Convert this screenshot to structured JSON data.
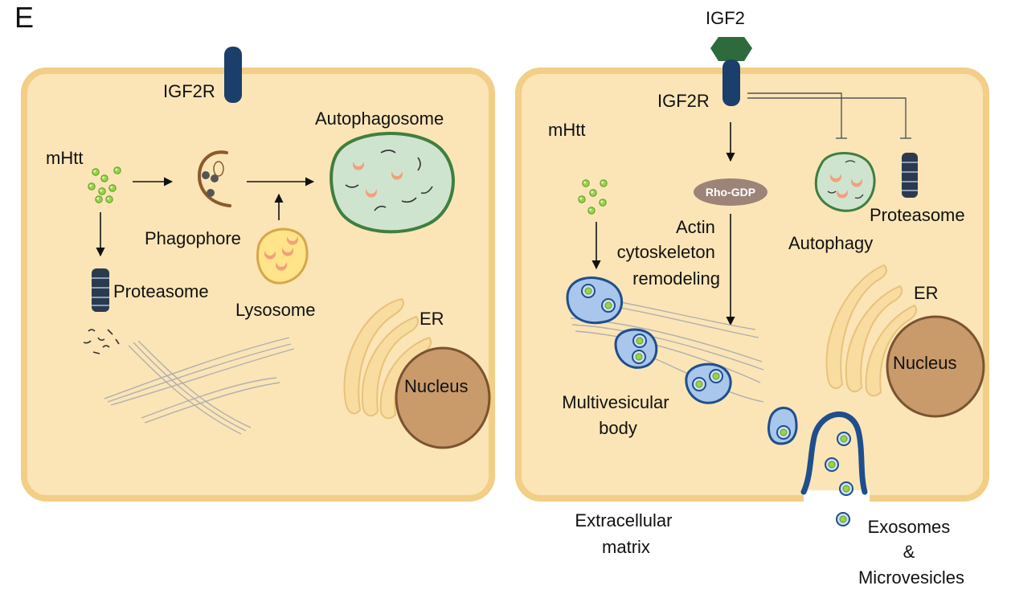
{
  "panel_letter": "E",
  "left_cell": {
    "receptor": "IGF2R",
    "mhtt": "mHtt",
    "phagophore": "Phagophore",
    "autophagosome": "Autophagosome",
    "lysosome": "Lysosome",
    "proteasome": "Proteasome",
    "er": "ER",
    "nucleus": "Nucleus"
  },
  "right_cell": {
    "ligand": "IGF2",
    "receptor": "IGF2R",
    "mhtt": "mHtt",
    "rho": "Rho-GDP",
    "actin_lines": [
      "Actin",
      "cytoskeleton",
      "remodeling"
    ],
    "autophagy": "Autophagy",
    "proteasome": "Proteasome",
    "er": "ER",
    "nucleus": "Nucleus",
    "mvb_lines": [
      "Multivesicular",
      "body"
    ],
    "ecm_lines": [
      "Extracellular",
      "matrix"
    ],
    "exo_lines": [
      "Exosomes",
      "&",
      "Microvesicles"
    ]
  },
  "colors": {
    "cell_fill": "#fbe5b6",
    "cell_border": "#f2ce86",
    "receptor": "#1b3f6b",
    "ligand": "#2e6b3c",
    "autophagosome_fill": "#cfe4cf",
    "autophagosome_border": "#3f7f3f",
    "lysosome_fill": "#ffe48a",
    "lysosome_border": "#d7a64a",
    "nucleus": "#c99a6a",
    "er": "#f9dca0",
    "rho": "#9c8478",
    "vesicle_fill": "#a9c6ec",
    "vesicle_border": "#1f4e8c",
    "mhtt": "#8fcf3c"
  }
}
